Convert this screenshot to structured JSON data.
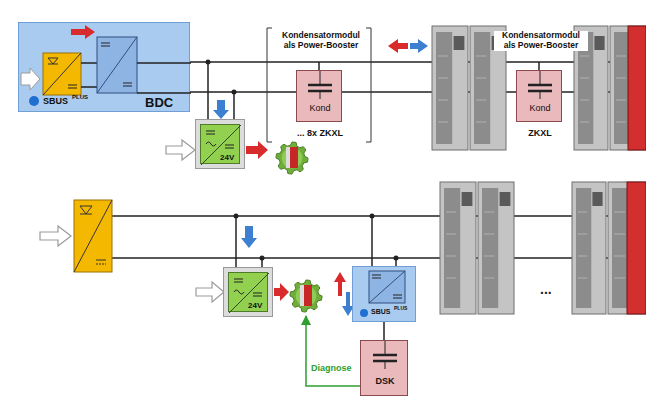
{
  "diagram": {
    "nodes": [
      {
        "text": [
          "SBUS",
          "PLUS",
          "BDC"
        ]
      },
      {
        "text": [
          "Kondensatormodul als Power-Booster",
          "Kond",
          "... 8x ZKXL"
        ]
      },
      {
        "text": [
          "Kondensatormodul als Power-Booster",
          "Kond",
          "ZKXL"
        ]
      },
      {
        "text": [
          "24V"
        ]
      },
      {
        "text": [
          "24V"
        ]
      },
      {
        "text": [
          "SBUS",
          "PLUS"
        ]
      },
      {
        "text": [
          "DSK"
        ]
      }
    ],
    "edges": [
      {
        "from": 5,
        "to": 6,
        "arrow": "none"
      }
    ],
    "labels": [
      "...",
      "Diagnose"
    ]
  }
}
